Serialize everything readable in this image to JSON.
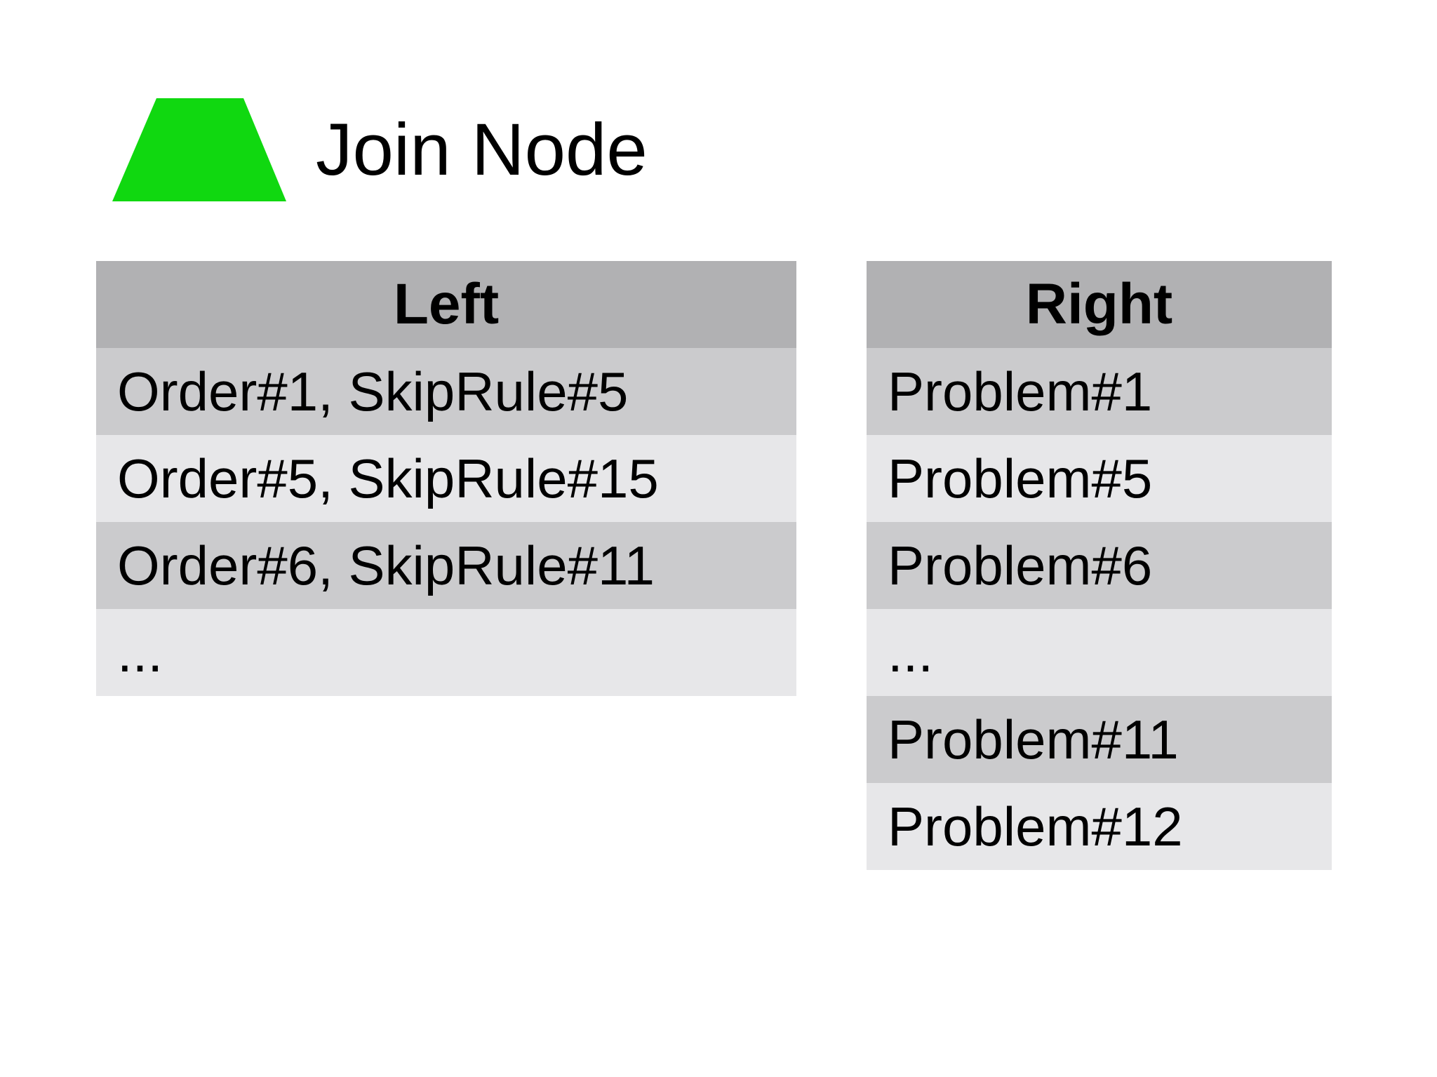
{
  "legend": {
    "label": "Join Node",
    "shape": "trapezoid-icon"
  },
  "left_table": {
    "header": "Left",
    "rows": [
      "Order#1, SkipRule#5",
      "Order#5, SkipRule#15",
      "Order#6, SkipRule#11",
      "..."
    ]
  },
  "right_table": {
    "header": "Right",
    "rows": [
      "Problem#1",
      "Problem#5",
      "Problem#6",
      "...",
      "Problem#11",
      "Problem#12"
    ]
  },
  "colors": {
    "join_node_fill": "#10d810",
    "header_bg": "#b1b1b3",
    "row_dark": "#cbcbcd",
    "row_light": "#e7e7e9",
    "text": "#000000",
    "background": "#ffffff"
  }
}
